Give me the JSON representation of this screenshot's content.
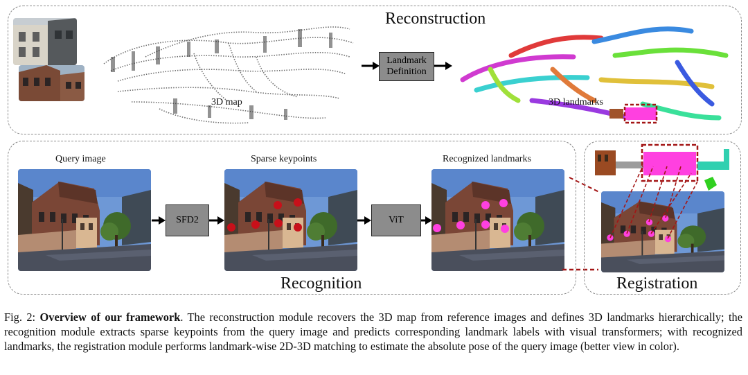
{
  "reconstruction": {
    "title": "Reconstruction",
    "box_label_line1": "Landmark",
    "box_label_line2": "Definition",
    "map_label": "3D map",
    "landmarks_label": "3D landmarks"
  },
  "recognition": {
    "title": "Recognition",
    "query_label": "Query image",
    "keypoints_label": "Sparse keypoints",
    "recognized_label": "Recognized landmarks",
    "sfd2_label": "SFD2",
    "vit_label": "ViT"
  },
  "registration": {
    "title": "Registration"
  },
  "caption": {
    "prefix": "Fig. 2: ",
    "bold": "Overview of our framework",
    "text": ". The reconstruction module recovers the 3D map from reference images and defines 3D landmarks hierarchically; the recognition module extracts sparse keypoints from the query image and predicts corresponding landmark labels with visual transformers; with recognized landmarks, the registration module performs landmark-wise 2D-3D matching to estimate the absolute pose of the query image (better view in color)."
  },
  "colors": {
    "keypoint": "#c8101a",
    "landmark": "#ff40e0",
    "match_box": "#a31515",
    "panel_border": "#8a8a8a",
    "box_fill": "#8c8c8c"
  }
}
